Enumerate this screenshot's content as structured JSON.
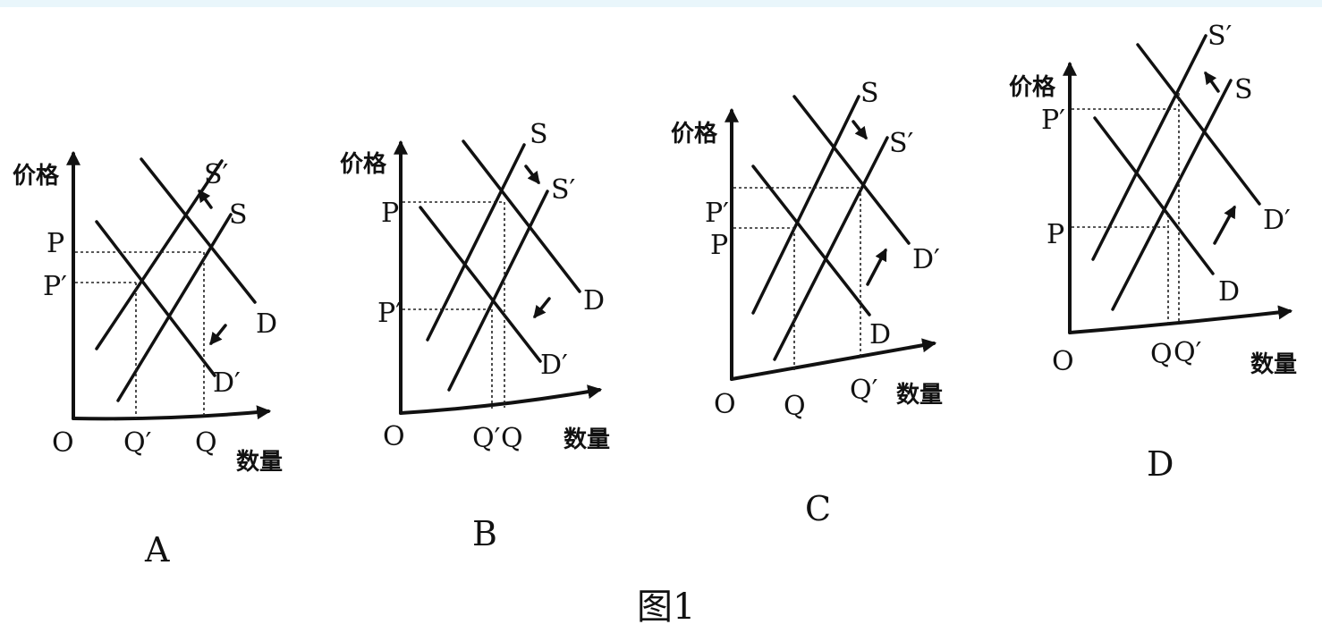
{
  "figure": {
    "caption": "图1",
    "panels": [
      {
        "id": "A",
        "label": "A",
        "y_axis_label": "价格",
        "x_axis_label": "数量",
        "origin_label": "O",
        "price_labels": [
          "P",
          "P′"
        ],
        "quantity_labels": [
          "Q′",
          "Q"
        ],
        "curve_labels": [
          "S′",
          "S",
          "D",
          "D′"
        ]
      },
      {
        "id": "B",
        "label": "B",
        "y_axis_label": "价格",
        "x_axis_label": "数量",
        "origin_label": "O",
        "price_labels": [
          "P",
          "P′"
        ],
        "quantity_labels": [
          "Q′",
          "Q"
        ],
        "curve_labels": [
          "S",
          "S′",
          "D",
          "D′"
        ]
      },
      {
        "id": "C",
        "label": "C",
        "y_axis_label": "价格",
        "x_axis_label": "数量",
        "origin_label": "O",
        "price_labels": [
          "P′",
          "P"
        ],
        "quantity_labels": [
          "Q",
          "Q′"
        ],
        "curve_labels": [
          "S",
          "S′",
          "D′",
          "D"
        ]
      },
      {
        "id": "D",
        "label": "D",
        "y_axis_label": "价格",
        "x_axis_label": "数量",
        "origin_label": "O",
        "price_labels": [
          "P′",
          "P"
        ],
        "quantity_labels": [
          "Q",
          "Q′"
        ],
        "curve_labels": [
          "S′",
          "S",
          "D′",
          "D"
        ]
      }
    ]
  }
}
